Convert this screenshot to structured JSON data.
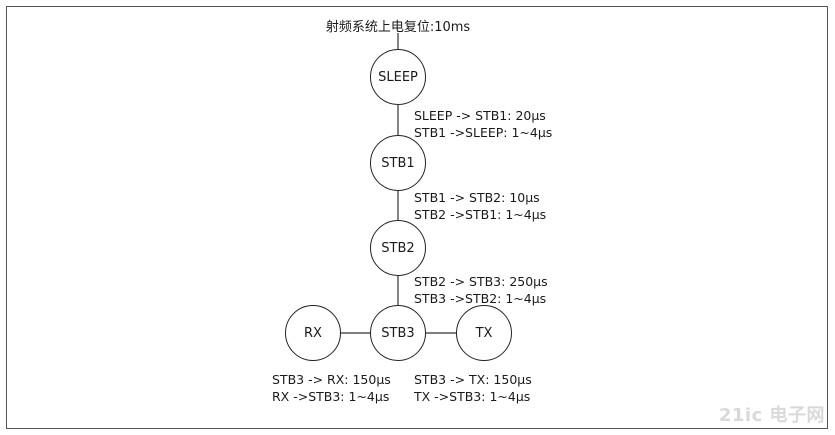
{
  "top_label": "射频系统上电复位:10ms",
  "nodes": {
    "sleep": "SLEEP",
    "stb1": "STB1",
    "stb2": "STB2",
    "stb3": "STB3",
    "rx": "RX",
    "tx": "TX"
  },
  "transitions": {
    "sleep_stb1": [
      "SLEEP -> STB1: 20μs",
      "STB1 ->SLEEP: 1~4μs"
    ],
    "stb1_stb2": [
      "STB1 -> STB2: 10μs",
      "STB2 ->STB1: 1~4μs"
    ],
    "stb2_stb3": [
      "STB2 -> STB3: 250μs",
      "STB3 ->STB2: 1~4μs"
    ],
    "stb3_rx": [
      "STB3 -> RX: 150μs",
      "RX ->STB3: 1~4μs"
    ],
    "stb3_tx": [
      "STB3 -> TX: 150μs",
      "TX ->STB3: 1~4μs"
    ]
  },
  "watermark": "21ic 电子网"
}
